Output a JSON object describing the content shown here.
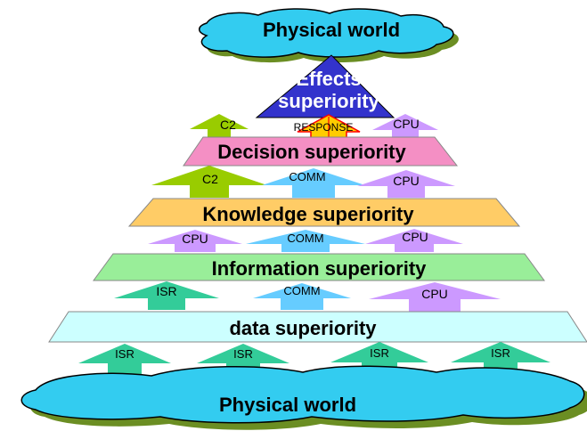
{
  "top_cloud": {
    "label": "Physical world"
  },
  "bottom_cloud": {
    "label": "Physical world"
  },
  "apex": {
    "label_line1": "Effects",
    "label_line2": "superiority"
  },
  "layers": {
    "decision": "Decision superiority",
    "knowledge": "Knowledge superiority",
    "information": "Information superiority",
    "data": "data superiority"
  },
  "arrows": {
    "row1": [
      "C2",
      "RESPONSE",
      "CPU"
    ],
    "row2": [
      "C2",
      "COMM",
      "CPU"
    ],
    "row3": [
      "CPU",
      "COMM",
      "CPU"
    ],
    "row4": [
      "ISR",
      "COMM",
      "CPU"
    ],
    "row5": [
      "ISR",
      "ISR",
      "ISR",
      "ISR"
    ]
  },
  "colors": {
    "cloud_fill": "#33ccf0",
    "cloud_shadow": "#6b8e23",
    "apex": "#3333cc",
    "decision": "#f48fc4",
    "knowledge": "#ffcc66",
    "information": "#99ee99",
    "data": "#ccffff",
    "arrow_c2": "#99cc00",
    "arrow_cpu": "#cc99ff",
    "arrow_comm": "#66ccff",
    "arrow_isr": "#33cc99",
    "arrow_response": "#ffcc00"
  }
}
